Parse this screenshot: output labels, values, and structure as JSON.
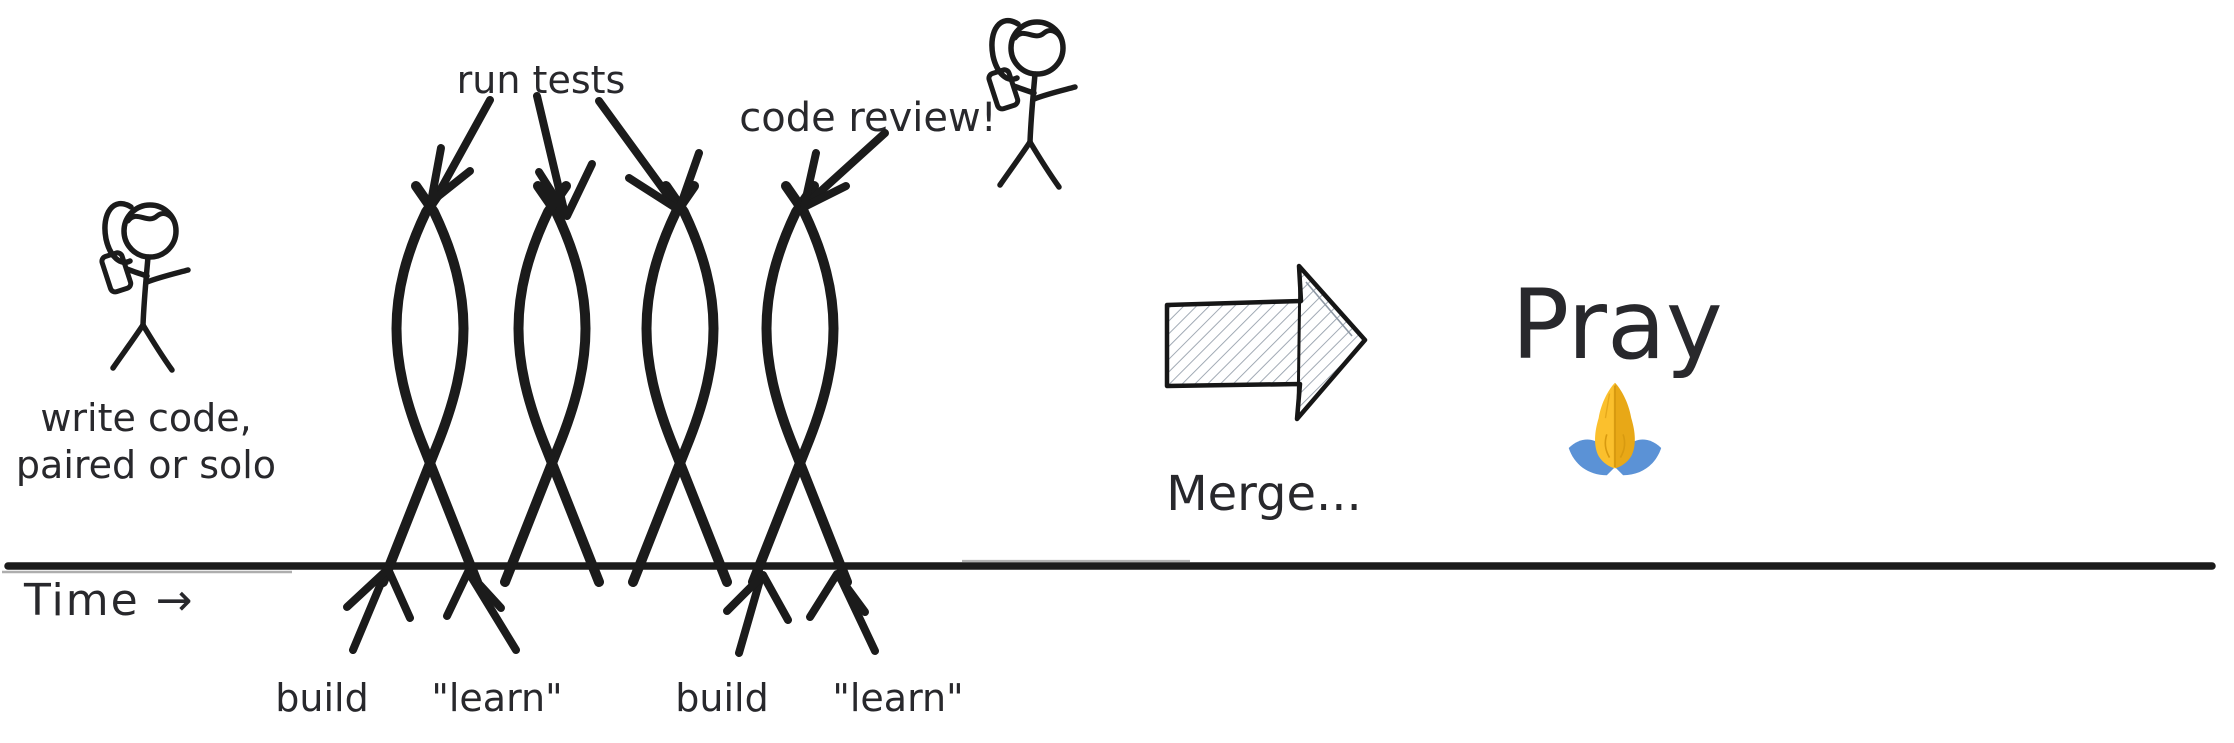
{
  "scene": {
    "background": "#ffffff",
    "ink_color": "#1b1b1b",
    "text_color": "#28282c",
    "labels": {
      "run_tests": "run tests",
      "code_review": "code review!",
      "write_code_line1": "write code,",
      "write_code_line2": "paired or solo",
      "time_axis": "Time →",
      "build_1": "build",
      "learn_1": "\"learn\"",
      "build_2": "build",
      "learn_2": "\"learn\"",
      "merge": "Merge...",
      "pray": "Pray"
    },
    "icons": {
      "pray_emoji": "🙏",
      "merge_arrow": "hatched-right-block-arrow",
      "figures": "stick-person-talking-on-phone"
    },
    "colors": {
      "hatch": "#97a1ad",
      "hand_gold": "#fbc02d",
      "hand_gold_dark": "#e8a817",
      "sleeve_blue": "#5b92d6",
      "seam": "#d89a10"
    },
    "diagram": {
      "loop_count": 4,
      "description": "four build/learn loops crossing a timeline, then merge and pray"
    }
  }
}
